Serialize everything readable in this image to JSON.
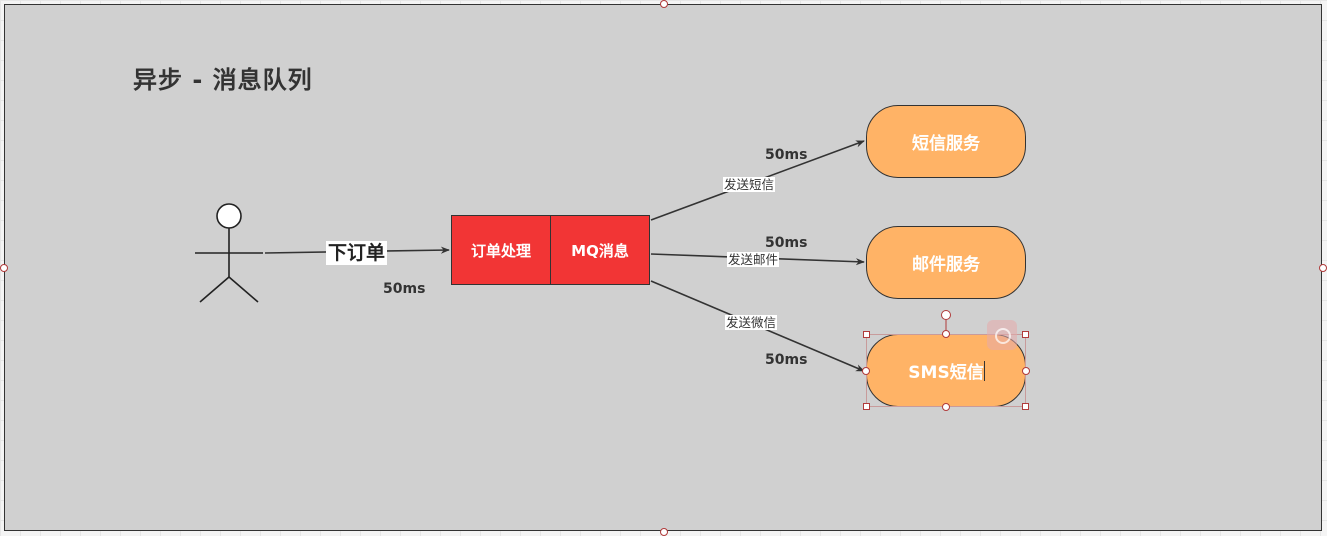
{
  "title": "异步 - 消息队列",
  "actor_edge": {
    "label": "下订单",
    "timing": "50ms"
  },
  "process": {
    "order_box": "订单处理",
    "mq_box": "MQ消息"
  },
  "services": [
    {
      "label": "短信服务",
      "edge_label": "发送短信",
      "timing": "50ms"
    },
    {
      "label": "邮件服务",
      "edge_label": "发送邮件",
      "timing": "50ms"
    },
    {
      "label": "SMS短信",
      "edge_label": "发送微信",
      "timing": "50ms"
    }
  ],
  "colors": {
    "frame_bg": "#d0d0d0",
    "process_red": "#f23535",
    "service_orange": "#ffb366",
    "stroke": "#333333"
  },
  "icons": [
    "stick-figure-actor-icon",
    "search-icon"
  ]
}
